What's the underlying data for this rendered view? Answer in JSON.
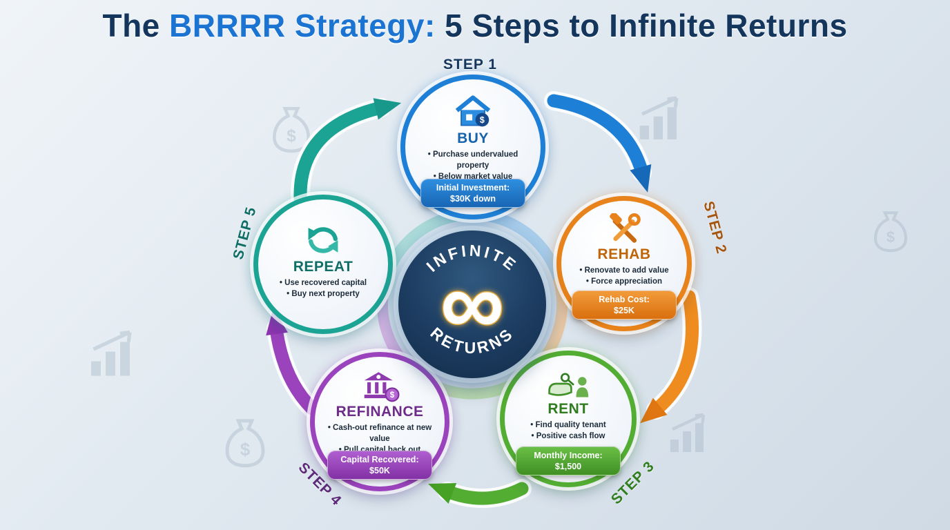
{
  "title": {
    "prefix": "The ",
    "highlight": "BRRRR Strategy:",
    "suffix": " 5 Steps to Infinite Returns"
  },
  "center": {
    "top_text": "INFINITE",
    "symbol": "∞",
    "bottom_text": "RETURNS"
  },
  "steps": [
    {
      "label": "STEP 1",
      "title": "BUY",
      "color": "#1d7fd6",
      "icon": "house-dollar-tag-icon",
      "bullets": [
        "Purchase undervalued property",
        "Below market value"
      ],
      "banner_label": "Initial Investment:",
      "banner_value": "$30K down"
    },
    {
      "label": "STEP 2",
      "title": "REHAB",
      "color": "#e8821a",
      "icon": "hammer-wrench-icon",
      "bullets": [
        "Renovate to add value",
        "Force appreciation"
      ],
      "banner_label": "Rehab Cost:",
      "banner_value": "$25K"
    },
    {
      "label": "STEP 3",
      "title": "RENT",
      "color": "#53ad32",
      "icon": "hand-keys-tenant-icon",
      "bullets": [
        "Find quality tenant",
        "Positive cash flow"
      ],
      "banner_label": "Monthly Income:",
      "banner_value": "$1,500"
    },
    {
      "label": "STEP 4",
      "title": "REFINANCE",
      "color": "#9b43bd",
      "icon": "bank-coin-icon",
      "bullets": [
        "Cash-out refinance at new value",
        "Pull capital back out"
      ],
      "banner_label": "Capital Recovered:",
      "banner_value": "$50K"
    },
    {
      "label": "STEP 5",
      "title": "REPEAT",
      "color": "#1ba393",
      "icon": "recycle-arrows-icon",
      "bullets": [
        "Use recovered capital",
        "Buy next property"
      ]
    }
  ],
  "background_icons": [
    "money-bag-icon",
    "bar-chart-icon"
  ]
}
